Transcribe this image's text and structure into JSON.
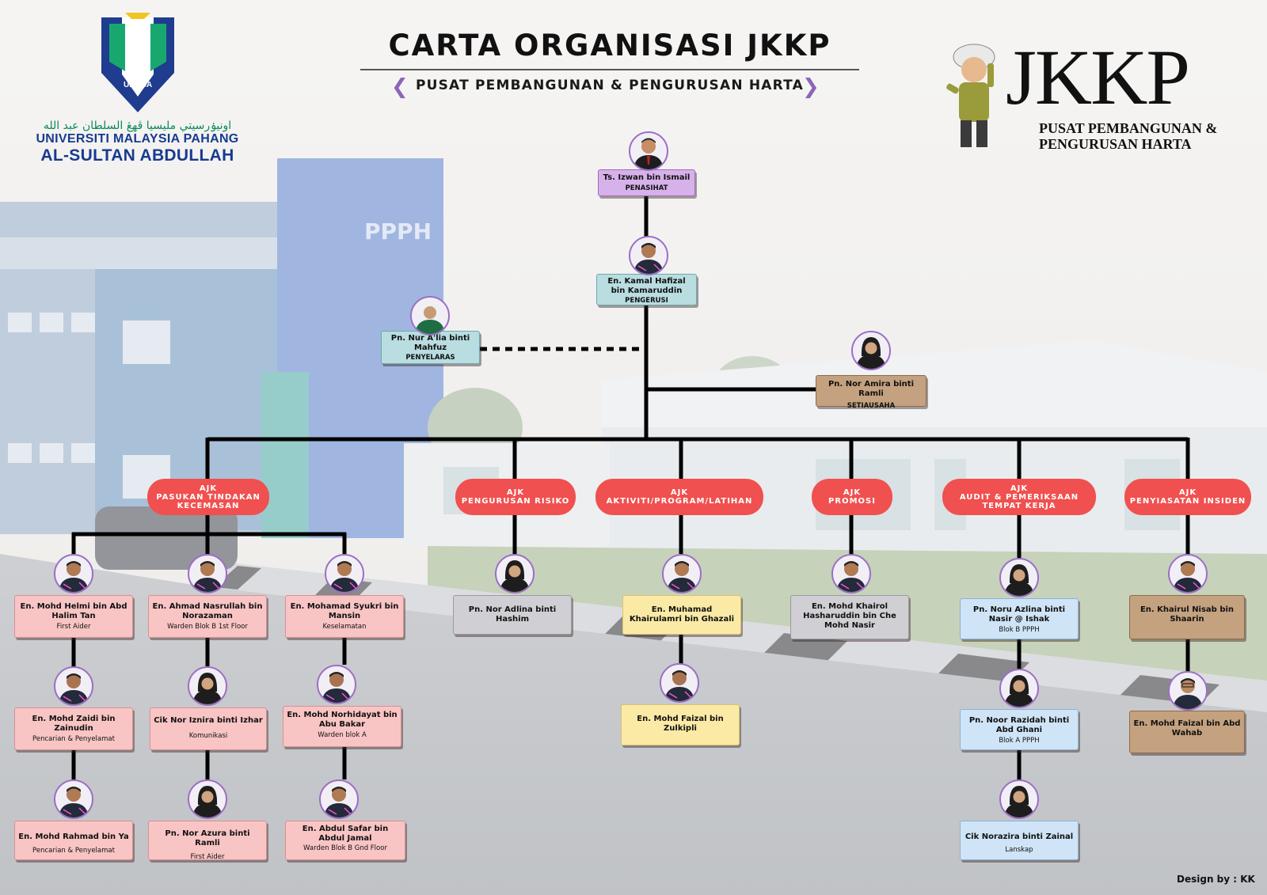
{
  "header": {
    "title": "CARTA ORGANISASI JKKP",
    "subtitle": "PUSAT PEMBANGUNAN & PENGURUSAN HARTA",
    "credit": "Design by : KK"
  },
  "logo_left": {
    "badge": "UMPSA",
    "jawi": "اونيۏرسيتي مليسيا ڤهڠ السلطان عبد الله",
    "line1": "UNIVERSITI MALAYSIA PAHANG",
    "line2": "AL-SULTAN ABDULLAH"
  },
  "logo_right": {
    "big": "JKKP",
    "line1": "PUSAT PEMBANGUNAN &",
    "line2": "PENGURUSAN HARTA"
  },
  "building_sign": "PPPH",
  "colors": {
    "ajk_red": "#f0504f",
    "pink": "#f9c4c4",
    "gray": "#d0cfd3",
    "yellow": "#fbeaa6",
    "blue": "#cfe4f6",
    "brown": "#c4a17f",
    "lilac": "#d7b1ea",
    "teal": "#b9dde0",
    "photo_ring": "#9b6fc4"
  },
  "top": {
    "penasihat": {
      "name": "Ts. Izwan bin Ismail",
      "role": "PENASIHAT"
    },
    "pengerusi": {
      "name": "En. Kamal Hafizal bin Kamaruddin",
      "role": "PENGERUSI"
    },
    "penyelaras": {
      "name": "Pn. Nur A'lia binti Mahfuz",
      "role": "PENYELARAS"
    },
    "setiausaha": {
      "name": "Pn. Nor Amira binti Ramli",
      "role": "SETIAUSAHA"
    }
  },
  "committees": [
    {
      "line1": "AJK",
      "line2": "PASUKAN TINDAKAN",
      "line3": "KECEMASAN"
    },
    {
      "line1": "AJK",
      "line2": "PENGURUSAN RISIKO",
      "line3": ""
    },
    {
      "line1": "AJK",
      "line2": "AKTIVITI/PROGRAM/LATIHAN",
      "line3": ""
    },
    {
      "line1": "AJK",
      "line2": "PROMOSI",
      "line3": ""
    },
    {
      "line1": "AJK",
      "line2": "AUDIT & PEMERIKSAAN",
      "line3": "TEMPAT KERJA"
    },
    {
      "line1": "AJK",
      "line2": "PENYIASATAN INSIDEN",
      "line3": ""
    }
  ],
  "members": {
    "kecemasan_a": [
      {
        "name": "En. Mohd Helmi bin Abd Halim Tan",
        "role": "First Aider"
      },
      {
        "name": "En. Mohd Zaidi bin Zainudin",
        "role": "Pencarian & Penyelamat"
      },
      {
        "name": "En. Mohd Rahmad bin Ya",
        "role": "Pencarian & Penyelamat"
      }
    ],
    "kecemasan_b": [
      {
        "name": "En. Ahmad Nasrullah bin Norazaman",
        "role": "Warden Blok B 1st Floor"
      },
      {
        "name": "Cik Nor Iznira binti Izhar",
        "role": "Komunikasi"
      },
      {
        "name": "Pn. Nor Azura binti Ramli",
        "role": "First Aider"
      }
    ],
    "kecemasan_c": [
      {
        "name": "En. Mohamad Syukri bin Mansin",
        "role": "Keselamatan"
      },
      {
        "name": "En. Mohd Norhidayat bin Abu Bakar",
        "role": "Warden blok A"
      },
      {
        "name": "En. Abdul Safar bin Abdul Jamal",
        "role": "Warden Blok B Gnd Floor"
      }
    ],
    "risiko": [
      {
        "name": "Pn. Nor Adlina binti Hashim",
        "role": ""
      }
    ],
    "aktiviti": [
      {
        "name": "En. Muhamad Khairulamri bin Ghazali",
        "role": ""
      },
      {
        "name": "En. Mohd Faizal bin Zulkipli",
        "role": ""
      }
    ],
    "promosi": [
      {
        "name": "En. Mohd Khairol Hasharuddin bin Che Mohd Nasir",
        "role": ""
      }
    ],
    "audit": [
      {
        "name": "Pn. Noru Azlina binti Nasir @ Ishak",
        "role": "Blok B PPPH"
      },
      {
        "name": "Pn. Noor Razidah binti Abd Ghani",
        "role": "Blok A PPPH"
      },
      {
        "name": "Cik Norazira binti Zainal",
        "role": "Lanskap"
      }
    ],
    "insiden": [
      {
        "name": "En. Khairul Nisab bin Shaarin",
        "role": ""
      },
      {
        "name": "En. Mohd Faizal bin Abd Wahab",
        "role": ""
      }
    ]
  }
}
